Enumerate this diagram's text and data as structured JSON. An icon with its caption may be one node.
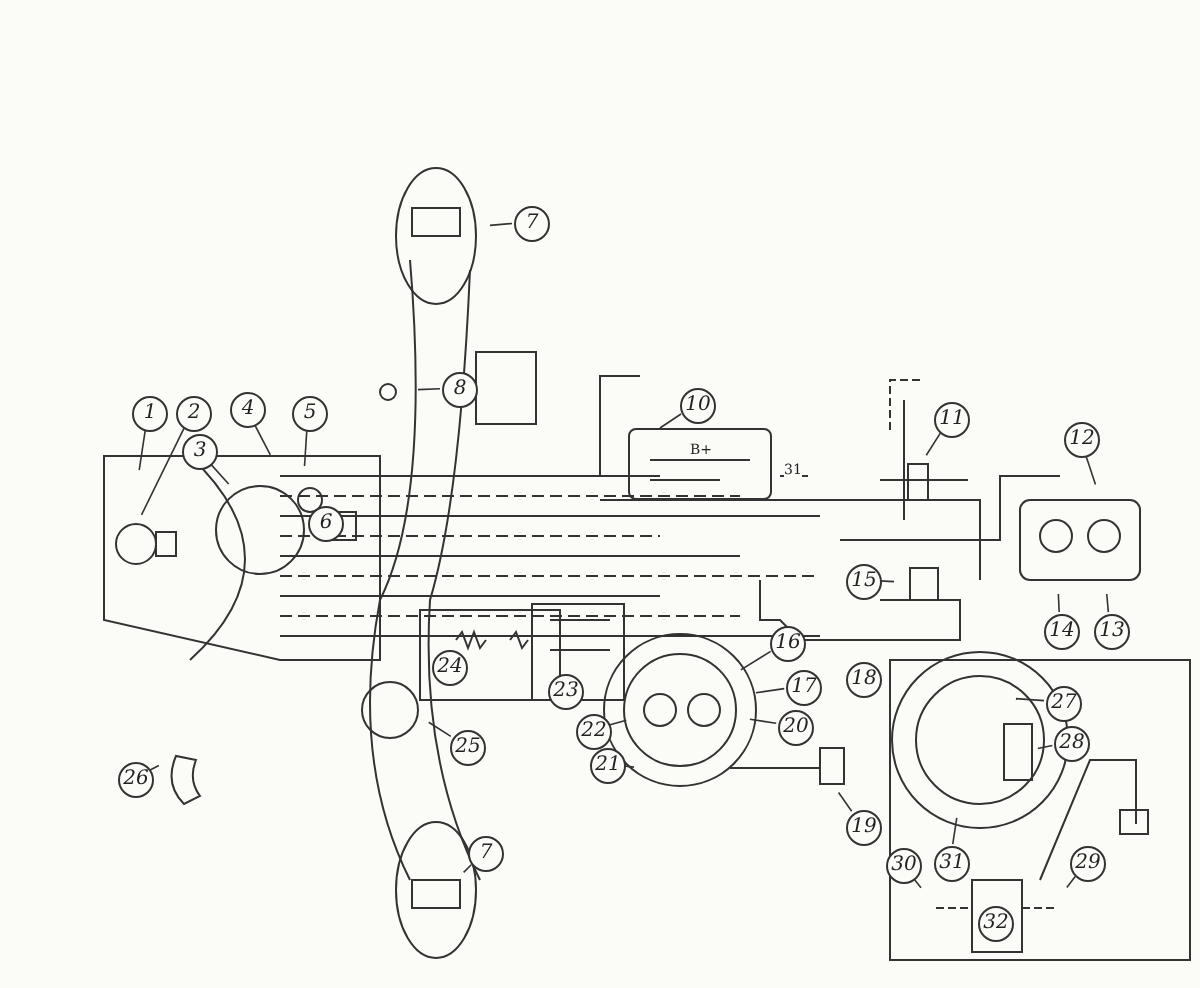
{
  "diagram": {
    "nodes": [
      {
        "text": [
          "1"
        ]
      },
      {
        "text": [
          "2"
        ]
      },
      {
        "text": [
          "3"
        ]
      },
      {
        "text": [
          "4"
        ]
      },
      {
        "text": [
          "5"
        ]
      },
      {
        "text": [
          "6"
        ]
      },
      {
        "text": [
          "7"
        ]
      },
      {
        "text": [
          "8"
        ]
      },
      {
        "text": [
          "10"
        ]
      },
      {
        "text": [
          "11"
        ]
      },
      {
        "text": [
          "12"
        ]
      },
      {
        "text": [
          "14"
        ]
      },
      {
        "text": [
          "13"
        ]
      },
      {
        "text": [
          "15"
        ]
      },
      {
        "text": [
          "16"
        ]
      },
      {
        "text": [
          "17"
        ]
      },
      {
        "text": [
          "18"
        ]
      },
      {
        "text": [
          "20"
        ]
      },
      {
        "text": [
          "19"
        ]
      },
      {
        "text": [
          "22"
        ]
      },
      {
        "text": [
          "21"
        ]
      },
      {
        "text": [
          "23"
        ]
      },
      {
        "text": [
          "24"
        ]
      },
      {
        "text": [
          "25"
        ]
      },
      {
        "text": [
          "26"
        ]
      },
      {
        "text": [
          "7"
        ]
      },
      {
        "text": [
          "27"
        ]
      },
      {
        "text": [
          "28"
        ]
      },
      {
        "text": [
          "31"
        ]
      },
      {
        "text": [
          "30"
        ]
      },
      {
        "text": [
          "29"
        ]
      },
      {
        "text": [
          "32"
        ]
      },
      {
        "text": [
          "B+"
        ]
      }
    ],
    "edges": [
      {
        "from": 0,
        "to": null,
        "arrow": "none"
      },
      {
        "from": 1,
        "to": null,
        "arrow": "none"
      },
      {
        "from": 2,
        "to": null,
        "arrow": "none"
      },
      {
        "from": 3,
        "to": null,
        "arrow": "none"
      },
      {
        "from": 4,
        "to": null,
        "arrow": "none"
      },
      {
        "from": 6,
        "to": null,
        "arrow": "none"
      },
      {
        "from": 8,
        "to": 32,
        "arrow": "none"
      },
      {
        "from": 7,
        "to": null,
        "arrow": "none"
      },
      {
        "from": 9,
        "to": null,
        "arrow": "none"
      },
      {
        "from": 10,
        "to": null,
        "arrow": "none"
      },
      {
        "from": 11,
        "to": null,
        "arrow": "none"
      },
      {
        "from": 12,
        "to": null,
        "arrow": "none"
      },
      {
        "from": 13,
        "to": null,
        "arrow": "none"
      },
      {
        "from": 14,
        "to": null,
        "arrow": "none"
      },
      {
        "from": 15,
        "to": null,
        "arrow": "none"
      },
      {
        "from": 17,
        "to": null,
        "arrow": "none"
      },
      {
        "from": 18,
        "to": null,
        "arrow": "none"
      },
      {
        "from": 19,
        "to": null,
        "arrow": "none"
      },
      {
        "from": 20,
        "to": null,
        "arrow": "none"
      },
      {
        "from": 23,
        "to": null,
        "arrow": "none"
      },
      {
        "from": 24,
        "to": null,
        "arrow": "none"
      },
      {
        "from": 25,
        "to": null,
        "arrow": "none"
      },
      {
        "from": 26,
        "to": null,
        "arrow": "none"
      },
      {
        "from": 27,
        "to": null,
        "arrow": "none"
      },
      {
        "from": 28,
        "to": null,
        "arrow": "none"
      },
      {
        "from": 29,
        "to": null,
        "arrow": "none"
      },
      {
        "from": 30,
        "to": null,
        "arrow": "none"
      }
    ],
    "labels": [
      "31"
    ]
  }
}
